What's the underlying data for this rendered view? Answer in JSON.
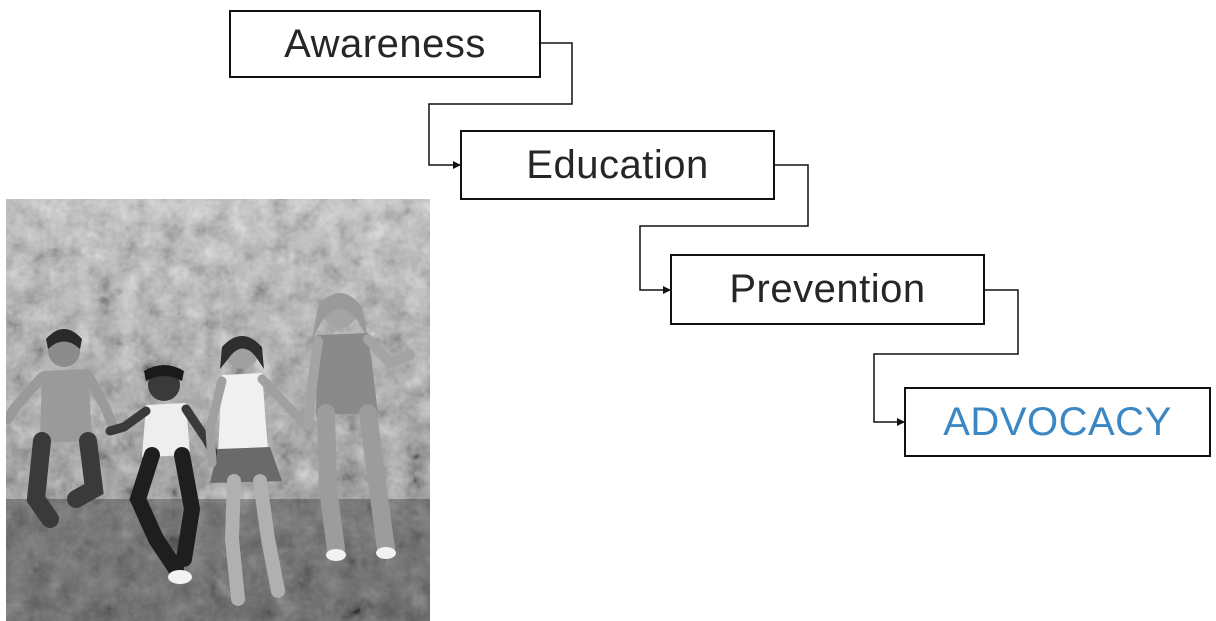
{
  "steps": [
    {
      "label": "Awareness",
      "color": "#262626"
    },
    {
      "label": "Education",
      "color": "#262626"
    },
    {
      "label": "Prevention",
      "color": "#262626"
    },
    {
      "label": "ADVOCACY",
      "color": "#3b87c4"
    }
  ],
  "connector_color": "#111111",
  "photo": {
    "subject": "black-and-white photo of four girls jumping in front of trees",
    "style": "grayscale"
  }
}
